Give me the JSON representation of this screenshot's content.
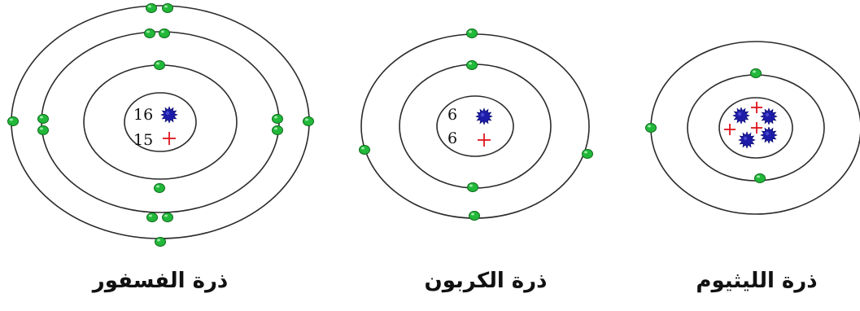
{
  "atoms": {
    "phosphorus": {
      "caption": "ذرة الفسفور",
      "nucleus": {
        "neutrons": "16",
        "protons": "15"
      },
      "electron_shells": [
        2,
        8,
        5
      ]
    },
    "carbon": {
      "caption": "ذرة الكربون",
      "nucleus": {
        "neutrons": "6",
        "protons": "6"
      },
      "electron_shells": [
        2,
        4
      ]
    },
    "lithium": {
      "caption": "ذرة الليثيوم",
      "nucleus": {
        "neutrons_shown": 4,
        "protons_shown": 3
      },
      "electron_shells": [
        2,
        1
      ]
    }
  },
  "colors": {
    "electron": "#22b83a",
    "neutron": "#1c1ca8",
    "proton": "#e0141e",
    "orbit": "#2b2b2b"
  },
  "icons": {
    "electron": "green-dot-icon",
    "neutron": "blue-star-icon",
    "proton": "red-plus-icon"
  }
}
